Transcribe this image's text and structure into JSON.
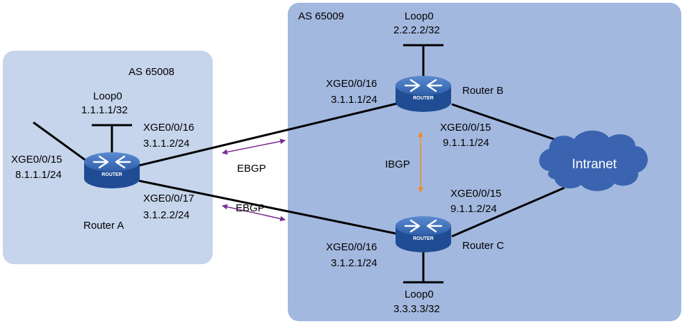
{
  "colors": {
    "as65008_fill": "#c6d4ec",
    "as65009_fill": "#a3b8df",
    "ebgp_arrow": "#7b2d8e",
    "ibgp_arrow": "#f08a2c",
    "router_body": "#2f5faa",
    "cloud_fill": "#3a64b0",
    "link": "#000000"
  },
  "autonomous_systems": {
    "as65008": {
      "label": "AS 65008"
    },
    "as65009": {
      "label": "AS 65009"
    }
  },
  "routers": {
    "a": {
      "name": "Router A",
      "badge": "ROUTER",
      "loop_name": "Loop0",
      "loop_ip": "1.1.1.1/32",
      "if_left_name": "XGE0/0/15",
      "if_left_ip": "8.1.1.1/24",
      "if_upper_name": "XGE0/0/16",
      "if_upper_ip": "3.1.1.2/24",
      "if_lower_name": "XGE0/0/17",
      "if_lower_ip": "3.1.2.2/24"
    },
    "b": {
      "name": "Router B",
      "badge": "ROUTER",
      "loop_name": "Loop0",
      "loop_ip": "2.2.2.2/32",
      "if_left_name": "XGE0/0/16",
      "if_left_ip": "3.1.1.1/24",
      "if_right_name": "XGE0/0/15",
      "if_right_ip": "9.1.1.1/24"
    },
    "c": {
      "name": "Router C",
      "badge": "ROUTER",
      "loop_name": "Loop0",
      "loop_ip": "3.3.3.3/32",
      "if_left_name": "XGE0/0/16",
      "if_left_ip": "3.1.2.1/24",
      "if_right_name": "XGE0/0/15",
      "if_right_ip": "9.1.1.2/24"
    }
  },
  "sessions": {
    "ebgp_upper": "EBGP",
    "ebgp_lower": "EBGP",
    "ibgp": "IBGP"
  },
  "cloud": {
    "label": "Intranet"
  }
}
